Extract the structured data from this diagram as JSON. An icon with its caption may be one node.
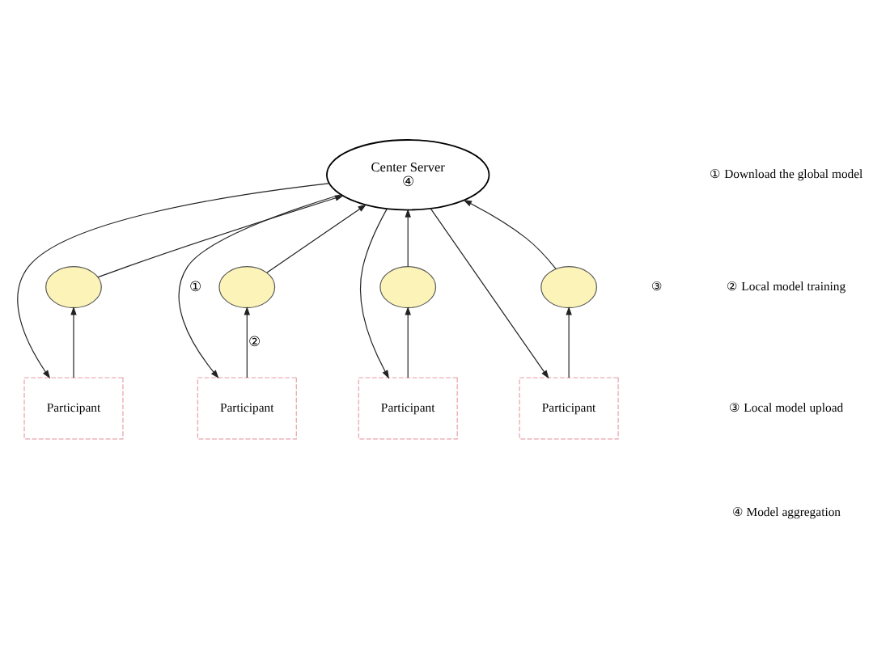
{
  "diagram": {
    "nodes": [
      {
        "text": [
          "Center Server",
          "④"
        ]
      },
      {
        "text": [],
        "shape": "network"
      },
      {
        "text": [],
        "shape": "network"
      },
      {
        "text": [],
        "shape": "network"
      },
      {
        "text": [],
        "shape": "network"
      },
      {
        "text": [
          "Participant"
        ]
      },
      {
        "text": [
          "Participant"
        ]
      },
      {
        "text": [
          "Participant"
        ]
      },
      {
        "text": [
          "Participant"
        ]
      }
    ],
    "edges": [
      {
        "from": 5,
        "to": 1,
        "arrow": "to"
      },
      {
        "from": 6,
        "to": 2,
        "arrow": "to",
        "label": "②"
      },
      {
        "from": 7,
        "to": 3,
        "arrow": "to"
      },
      {
        "from": 8,
        "to": 4,
        "arrow": "to"
      },
      {
        "from": 1,
        "to": 0,
        "arrow": "to"
      },
      {
        "from": 2,
        "to": 0,
        "arrow": "to"
      },
      {
        "from": 3,
        "to": 0,
        "arrow": "to"
      },
      {
        "from": 4,
        "to": 0,
        "arrow": "to"
      },
      {
        "from": 0,
        "to": 5,
        "arrow": "to"
      },
      {
        "from": 0,
        "to": 6,
        "arrow": "to",
        "label": "①"
      },
      {
        "from": 0,
        "to": 7,
        "arrow": "to"
      },
      {
        "from": 0,
        "to": 8,
        "arrow": "to"
      }
    ],
    "labels": [
      "① Download the global model",
      "② Local model training",
      "③ Local model upload",
      "④ Model aggregation",
      "③"
    ]
  }
}
